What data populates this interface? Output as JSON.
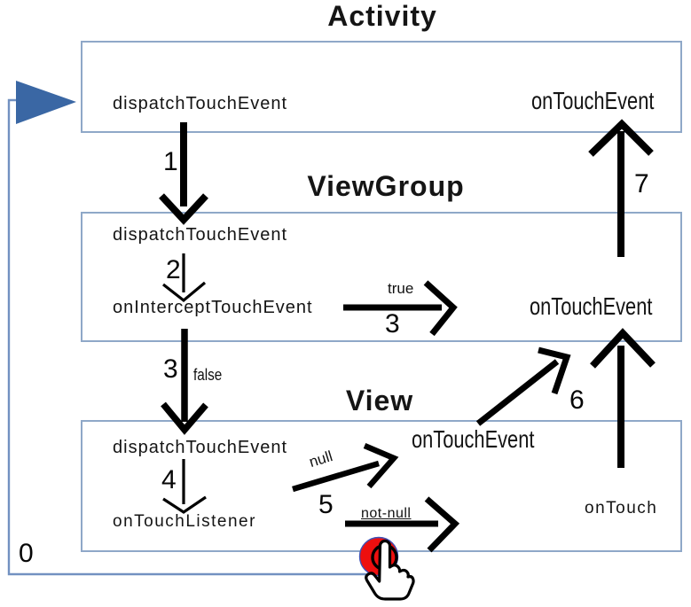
{
  "activity": {
    "title": "Activity",
    "dispatch": "dispatchTouchEvent",
    "on_touch_event": "onTouchEvent"
  },
  "viewgroup": {
    "title": "ViewGroup",
    "dispatch": "dispatchTouchEvent",
    "on_intercept": "onInterceptTouchEvent",
    "on_touch_event": "onTouchEvent"
  },
  "view": {
    "title": "View",
    "dispatch": "dispatchTouchEvent",
    "on_touch_listener": "onTouchListener",
    "on_touch_event": "onTouchEvent",
    "on_touch": "onTouch"
  },
  "steps": {
    "zero": "0",
    "one": "1",
    "two": "2",
    "three_true": "3",
    "three_false": "3",
    "four": "4",
    "five": "5",
    "six": "6",
    "seven": "7"
  },
  "conditions": {
    "true_label": "true",
    "false_label": "false",
    "null_label": "null",
    "not_null_label": "not-null"
  },
  "colors": {
    "box_border": "#8fa8c8",
    "flow_line": "#7291c1",
    "entry_triangle": "#3a67a4",
    "arrow": "#000000",
    "touch_red": "#ee0f0f",
    "touch_ring": "#3f51b5",
    "hand_fill": "#ffffff"
  },
  "icons": {
    "entry": "entry-triangle-icon",
    "touch": "touch-press-icon",
    "hand": "tap-hand-icon"
  }
}
